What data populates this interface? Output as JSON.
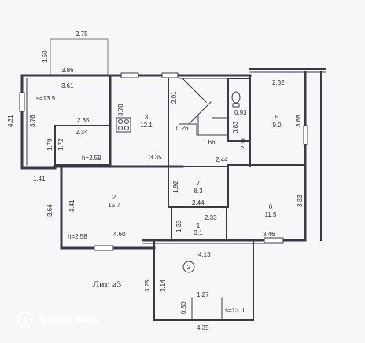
{
  "plan": {
    "label": "Лит. а3",
    "rooms": [
      {
        "id": "1",
        "area": "3.1"
      },
      {
        "id": "2",
        "area": "15.7"
      },
      {
        "id": "3",
        "area": "12.1"
      },
      {
        "id": "5",
        "area": "9.0"
      },
      {
        "id": "6",
        "area": "11.5"
      },
      {
        "id": "7",
        "area": "8.3"
      },
      {
        "id": "2",
        "area": ""
      }
    ],
    "dimensions": [
      "2.75",
      "1.50",
      "3.86",
      "3.61",
      "4.31",
      "3.78",
      "s=13.5",
      "2.35",
      "2.34",
      "1.79",
      "1.72",
      "h=2.59",
      "1.41",
      "3.78",
      "2.01",
      "0.26",
      "3.35",
      "1.66",
      "0.93",
      "0.83",
      "2.11",
      "2.32",
      "3.88",
      "2.44",
      "1.92",
      "2.44",
      "2.33",
      "1.33",
      "3.64",
      "3.41",
      "h=2.58",
      "4.60",
      "3.33",
      "3.46",
      "4.13",
      "3.25",
      "3.14",
      "1.27",
      "0.80",
      "s=13.0",
      "4.35"
    ]
  },
  "watermark": {
    "text": "Домклик",
    "icon": "house-in-circle-icon"
  }
}
